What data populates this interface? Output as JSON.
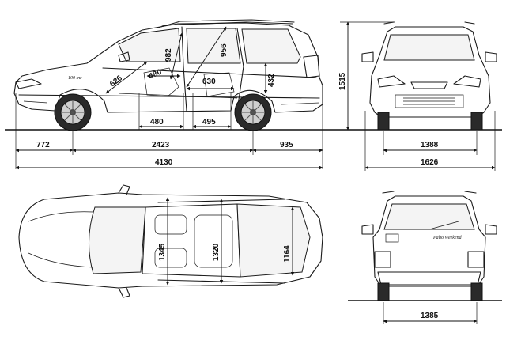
{
  "side_view": {
    "dims": {
      "front_overhang": "772",
      "wheelbase": "2423",
      "rear_overhang": "935",
      "overall_length": "4130",
      "front_headroom": "982",
      "rear_headroom": "956",
      "front_legroom": "480",
      "seat_depth_626": "626",
      "rear_seat_630": "630",
      "cargo_height": "432",
      "floor_480": "480",
      "floor_495": "495"
    }
  },
  "front_view": {
    "dims": {
      "overall_height": "1515",
      "front_track": "1388",
      "overall_width": "1626"
    }
  },
  "top_view": {
    "dims": {
      "front_shoulder": "1345",
      "rear_shoulder": "1320",
      "cargo_width": "1164"
    }
  },
  "rear_view": {
    "dims": {
      "rear_track": "1385"
    },
    "badge": "Palio Weekend"
  }
}
